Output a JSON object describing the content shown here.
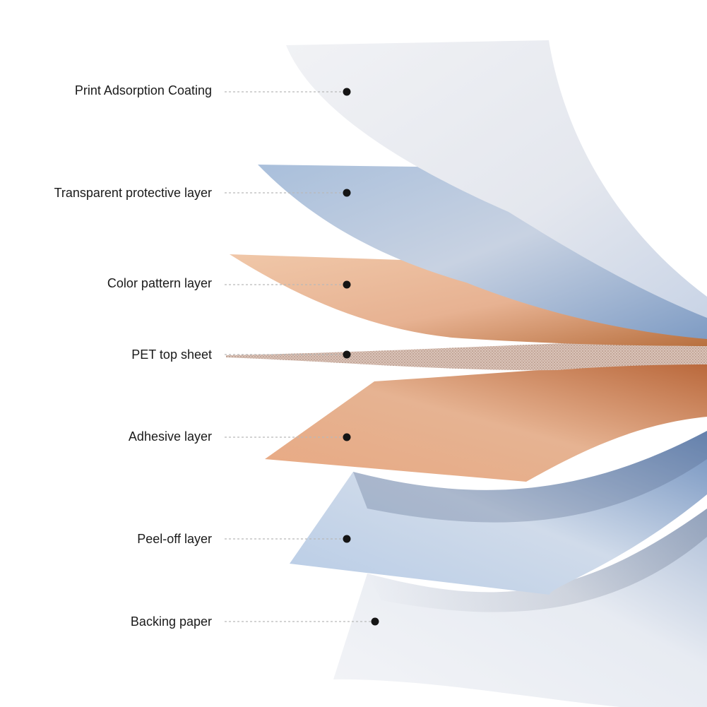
{
  "layers": [
    {
      "label": "Print Adsorption Coating",
      "color": "#e6e8ee"
    },
    {
      "label": "Transparent protective layer",
      "color": "#b3c6dd"
    },
    {
      "label": "Color pattern layer",
      "color": "#e9b796"
    },
    {
      "label": "PET top sheet",
      "color": "#cdb0a1"
    },
    {
      "label": "Adhesive layer",
      "color": "#dea27c"
    },
    {
      "label": "Peel-off layer",
      "color": "#c3d3e7"
    },
    {
      "label": "Backing paper",
      "color": "#edf0f5"
    }
  ]
}
